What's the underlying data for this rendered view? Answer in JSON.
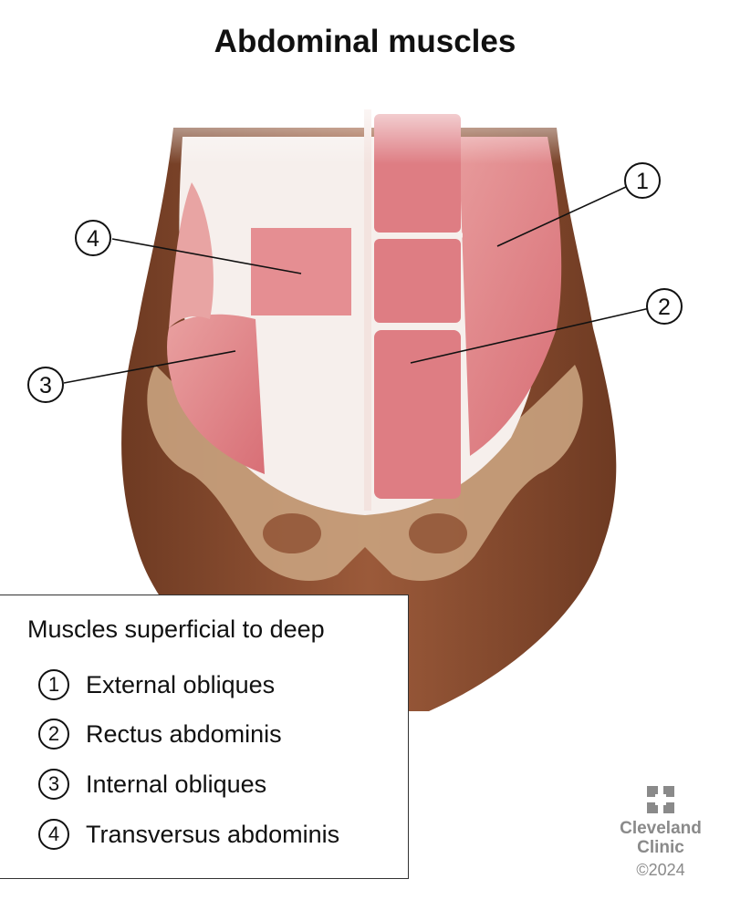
{
  "title": "Abdominal muscles",
  "callouts": [
    {
      "number": "1",
      "muscle": "External obliques"
    },
    {
      "number": "2",
      "muscle": "Rectus abdominis"
    },
    {
      "number": "3",
      "muscle": "Internal obliques"
    },
    {
      "number": "4",
      "muscle": "Transversus abdominis"
    }
  ],
  "legend": {
    "heading": "Muscles superficial to deep",
    "items": [
      {
        "number": "1",
        "label": "External obliques"
      },
      {
        "number": "2",
        "label": "Rectus abdominis"
      },
      {
        "number": "3",
        "label": "Internal obliques"
      },
      {
        "number": "4",
        "label": "Transversus abdominis"
      }
    ]
  },
  "brand": {
    "name_line1": "Cleveland",
    "name_line2": "Clinic",
    "copyright": "©2024",
    "logo_icon": "cleveland-clinic-logo"
  },
  "colors": {
    "skin": "#8a4a2c",
    "muscle": "#e0868a",
    "fascia": "#f7f1ee",
    "bone": "#c9a27e",
    "text": "#111111",
    "brand_gray": "#8a8a8a"
  }
}
